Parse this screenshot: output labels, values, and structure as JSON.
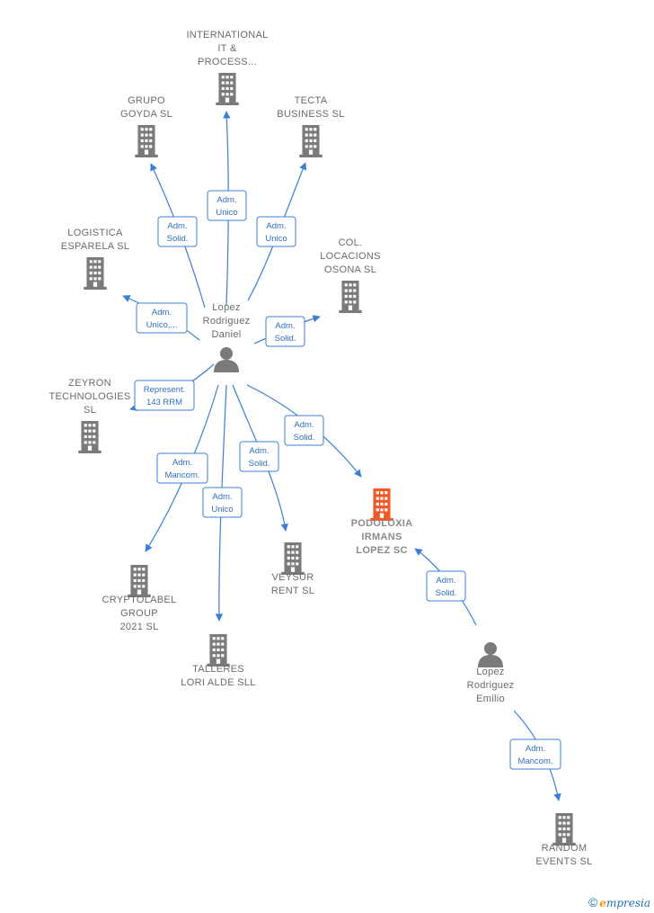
{
  "colors": {
    "building": "#7a7a7a",
    "focus_building": "#f05a28",
    "person": "#7a7a7a",
    "edge": "#3a7fd5"
  },
  "nodes": [
    {
      "id": "international",
      "type": "company",
      "lines": [
        "INTERNATIONAL",
        "IT &",
        "PROCESS..."
      ]
    },
    {
      "id": "grupo",
      "type": "company",
      "lines": [
        "GRUPO",
        "GOYDA  SL"
      ]
    },
    {
      "id": "tecta",
      "type": "company",
      "lines": [
        "TECTA",
        "BUSINESS  SL"
      ]
    },
    {
      "id": "logistica",
      "type": "company",
      "lines": [
        "LOGISTICA",
        "ESPARELA  SL"
      ]
    },
    {
      "id": "col",
      "type": "company",
      "lines": [
        "COL.",
        "LOCACIONS",
        "OSONA  SL"
      ]
    },
    {
      "id": "daniel",
      "type": "person",
      "lines": [
        "Lopez",
        "Rodriguez",
        "Daniel"
      ]
    },
    {
      "id": "zeyron",
      "type": "company",
      "lines": [
        "ZEYRON",
        "TECHNOLOGIES",
        "SL"
      ]
    },
    {
      "id": "podoloxia",
      "type": "focus",
      "lines": [
        "PODOLOXIA",
        "IRMANS",
        "LOPEZ SC"
      ]
    },
    {
      "id": "cryptolabel",
      "type": "company",
      "lines": [
        "CRYPTOLABEL",
        "GROUP",
        "2021  SL"
      ]
    },
    {
      "id": "talleres",
      "type": "company",
      "lines": [
        "TALLERES",
        "LORI ALDE SLL"
      ]
    },
    {
      "id": "veysur",
      "type": "company",
      "lines": [
        "VEYSUR",
        "RENT  SL"
      ]
    },
    {
      "id": "emilio",
      "type": "person",
      "lines": [
        "Lopez",
        "Rodriguez",
        "Emilio"
      ]
    },
    {
      "id": "random",
      "type": "company",
      "lines": [
        "RANDOM",
        "EVENTS  SL"
      ]
    }
  ],
  "relations": [
    {
      "id": "rel-international",
      "lines": [
        "Adm.",
        "Unico"
      ]
    },
    {
      "id": "rel-grupo",
      "lines": [
        "Adm.",
        "Solid."
      ]
    },
    {
      "id": "rel-tecta",
      "lines": [
        "Adm.",
        "Unico"
      ]
    },
    {
      "id": "rel-logistica",
      "lines": [
        "Adm.",
        "Unico,..."
      ]
    },
    {
      "id": "rel-col",
      "lines": [
        "Adm.",
        "Solid."
      ]
    },
    {
      "id": "rel-zeyron",
      "lines": [
        "Represent.",
        "143 RRM"
      ]
    },
    {
      "id": "rel-podoloxia-daniel",
      "lines": [
        "Adm.",
        "Solid."
      ]
    },
    {
      "id": "rel-cryptolabel",
      "lines": [
        "Adm.",
        "Mancom."
      ]
    },
    {
      "id": "rel-talleres",
      "lines": [
        "Adm.",
        "Unico"
      ]
    },
    {
      "id": "rel-veysur",
      "lines": [
        "Adm.",
        "Solid."
      ]
    },
    {
      "id": "rel-podoloxia-emilio",
      "lines": [
        "Adm.",
        "Solid."
      ]
    },
    {
      "id": "rel-random",
      "lines": [
        "Adm.",
        "Mancom."
      ]
    }
  ],
  "footer": {
    "copyright": "©",
    "brand_first": "e",
    "brand_rest": "mpresia"
  }
}
